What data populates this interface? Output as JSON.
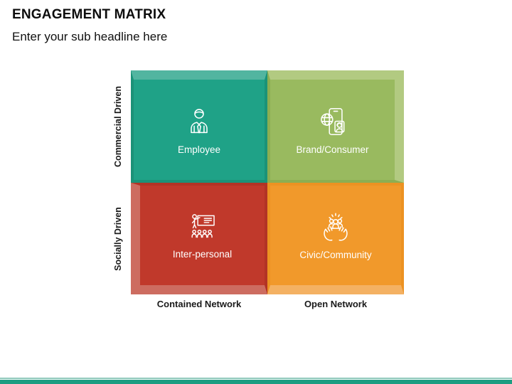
{
  "slide": {
    "title": "ENGAGEMENT MATRIX",
    "subtitle": "Enter your sub headline here",
    "background_color": "#ffffff",
    "footer": {
      "line_color": "#8FC9BB",
      "bar_color": "#1D9E82"
    }
  },
  "matrix": {
    "y_axis": {
      "top_label": "Commercial Driven",
      "bottom_label": "Socially Driven"
    },
    "x_axis": {
      "left_label": "Contained Network",
      "right_label": "Open Network"
    },
    "quadrants": [
      {
        "position": "top-left",
        "label": "Employee",
        "icon": "employee-icon",
        "color": "#1FA287",
        "bevel_light": "#52B5A0",
        "bevel_dark": "#1B9278"
      },
      {
        "position": "top-right",
        "label": "Brand/Consumer",
        "icon": "brand-consumer-icon",
        "color": "#99BA5F",
        "bevel_light": "#B2CA81",
        "bevel_dark": "#8CAE52"
      },
      {
        "position": "bottom-left",
        "label": "Inter-personal",
        "icon": "interpersonal-icon",
        "color": "#C0392B",
        "bevel_light": "#CD6C60",
        "bevel_dark": "#B23325"
      },
      {
        "position": "bottom-right",
        "label": "Civic/Community",
        "icon": "civic-community-icon",
        "color": "#F1992B",
        "bevel_light": "#F4B163",
        "bevel_dark": "#EC9222"
      }
    ],
    "label_text_color": "#ffffff",
    "icon_color": "#ffffff"
  }
}
